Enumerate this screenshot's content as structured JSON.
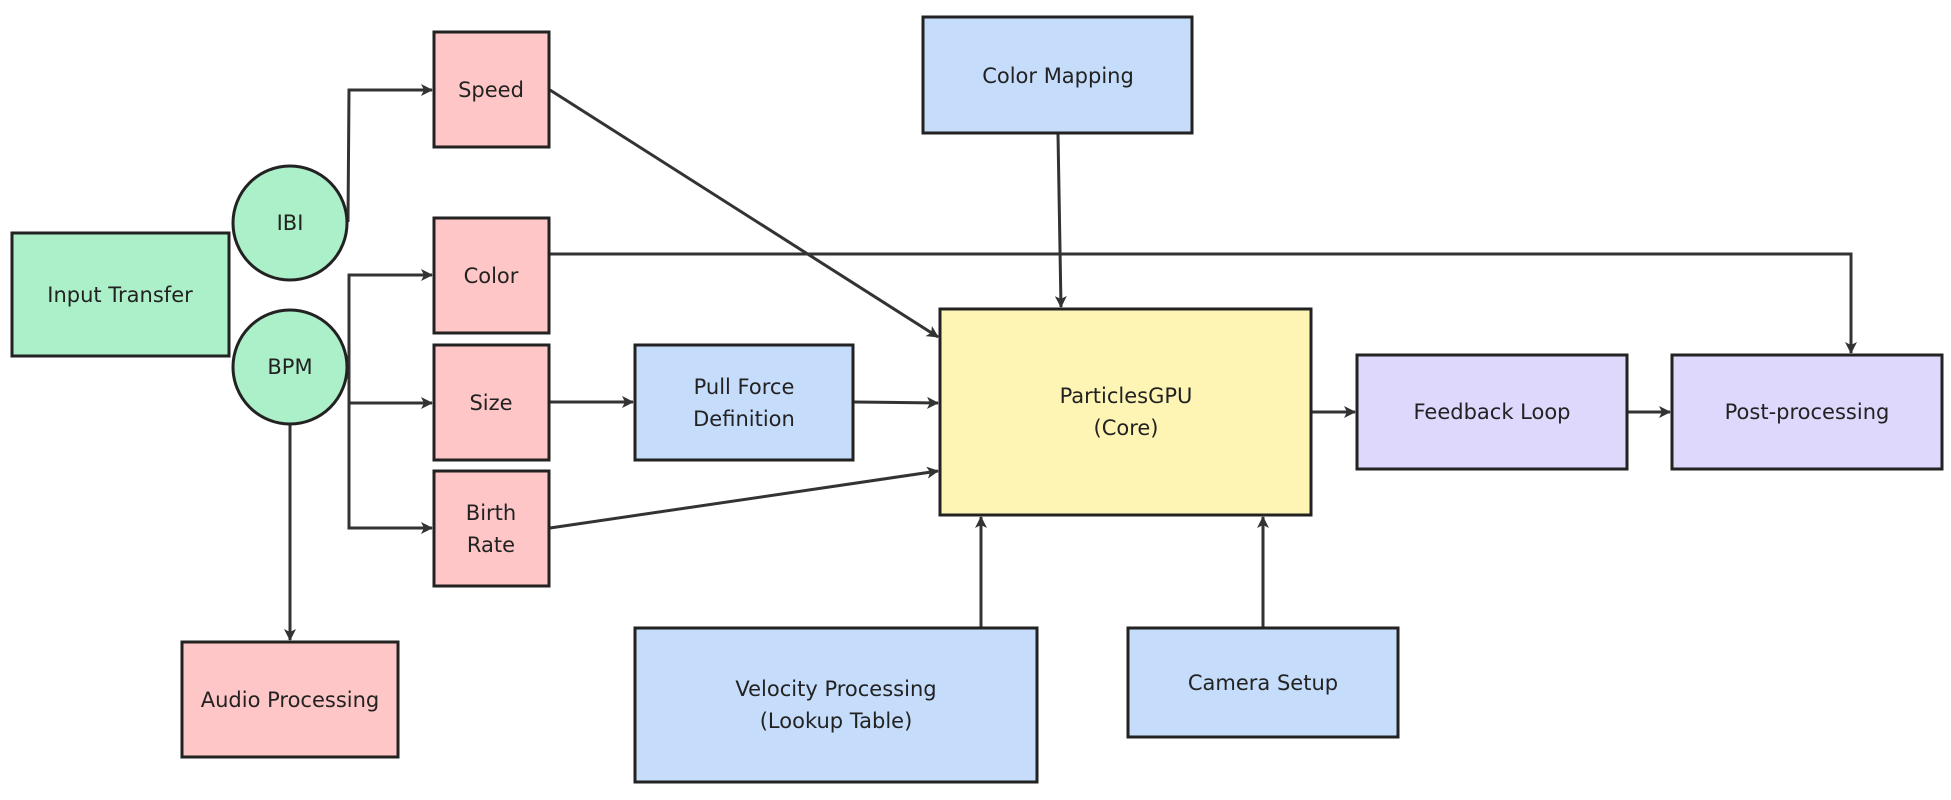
{
  "colors": {
    "input": "#ABF0C8",
    "parameter": "#FEC6C6",
    "processing": "#C5DCFB",
    "core": "#FEF5B5",
    "output": "#DDD8FC",
    "stroke": "#222222",
    "edge": "#333333"
  },
  "nodes": {
    "input_transfer": {
      "lines": [
        "Input Transfer"
      ],
      "category": "input"
    },
    "ibi": {
      "lines": [
        "IBI"
      ],
      "category": "input"
    },
    "bpm": {
      "lines": [
        "BPM"
      ],
      "category": "input"
    },
    "speed": {
      "lines": [
        "Speed"
      ],
      "category": "parameter"
    },
    "color": {
      "lines": [
        "Color"
      ],
      "category": "parameter"
    },
    "size": {
      "lines": [
        "Size"
      ],
      "category": "parameter"
    },
    "birth_rate": {
      "lines": [
        "Birth",
        "Rate"
      ],
      "category": "parameter"
    },
    "audio_processing": {
      "lines": [
        "Audio Processing"
      ],
      "category": "parameter"
    },
    "color_mapping": {
      "lines": [
        "Color Mapping"
      ],
      "category": "processing"
    },
    "pull_force": {
      "lines": [
        "Pull Force",
        "Definition"
      ],
      "category": "processing"
    },
    "particles_gpu": {
      "lines": [
        "ParticlesGPU",
        "(Core)"
      ],
      "category": "core"
    },
    "velocity_processing": {
      "lines": [
        "Velocity Processing",
        "(Lookup Table)"
      ],
      "category": "processing"
    },
    "camera_setup": {
      "lines": [
        "Camera Setup"
      ],
      "category": "processing"
    },
    "feedback_loop": {
      "lines": [
        "Feedback Loop"
      ],
      "category": "output"
    },
    "post_processing": {
      "lines": [
        "Post-processing"
      ],
      "category": "output"
    }
  },
  "edges": [
    {
      "from": "ibi",
      "to": "speed"
    },
    {
      "from": "bpm",
      "to": "color"
    },
    {
      "from": "bpm",
      "to": "size"
    },
    {
      "from": "bpm",
      "to": "birth_rate"
    },
    {
      "from": "bpm",
      "to": "audio_processing"
    },
    {
      "from": "speed",
      "to": "particles_gpu"
    },
    {
      "from": "color",
      "to": "post_processing"
    },
    {
      "from": "size",
      "to": "pull_force"
    },
    {
      "from": "pull_force",
      "to": "particles_gpu"
    },
    {
      "from": "birth_rate",
      "to": "particles_gpu"
    },
    {
      "from": "color_mapping",
      "to": "particles_gpu"
    },
    {
      "from": "velocity_processing",
      "to": "particles_gpu"
    },
    {
      "from": "camera_setup",
      "to": "particles_gpu"
    },
    {
      "from": "particles_gpu",
      "to": "feedback_loop"
    },
    {
      "from": "feedback_loop",
      "to": "post_processing"
    }
  ]
}
